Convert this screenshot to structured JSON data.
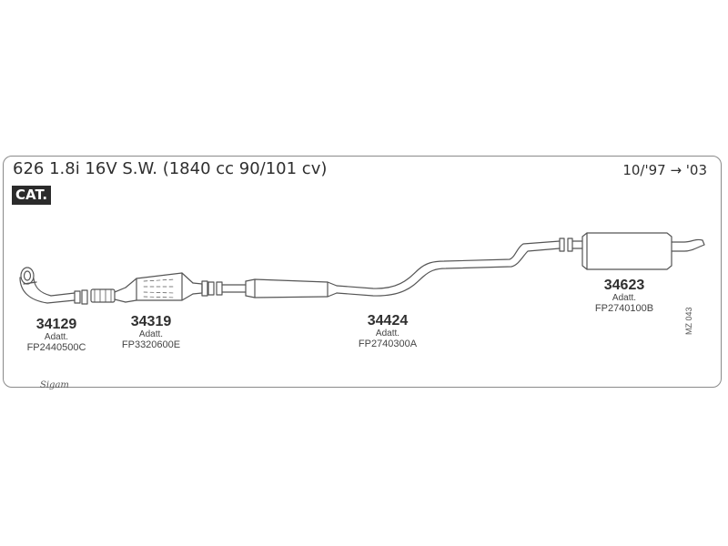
{
  "header": {
    "title": "626 1.8i 16V S.W. (1840 cc 90/101 cv)",
    "date_range": "10/'97 → '03",
    "badge": "CAT."
  },
  "parts": [
    {
      "code": "34129",
      "label": "Adatt.",
      "reference": "FP2440500C"
    },
    {
      "code": "34319",
      "label": "Adatt.",
      "reference": "FP3320600E"
    },
    {
      "code": "34424",
      "label": "Adatt.",
      "reference": "FP2740300A"
    },
    {
      "code": "34623",
      "label": "Adatt.",
      "reference": "FP2740100B"
    }
  ],
  "diagram_code": "MZ 043",
  "logo_text": "Sigam",
  "colors": {
    "line": "#555555",
    "panel_border": "#8a8a8a",
    "badge_bg": "#2b2b2b"
  }
}
